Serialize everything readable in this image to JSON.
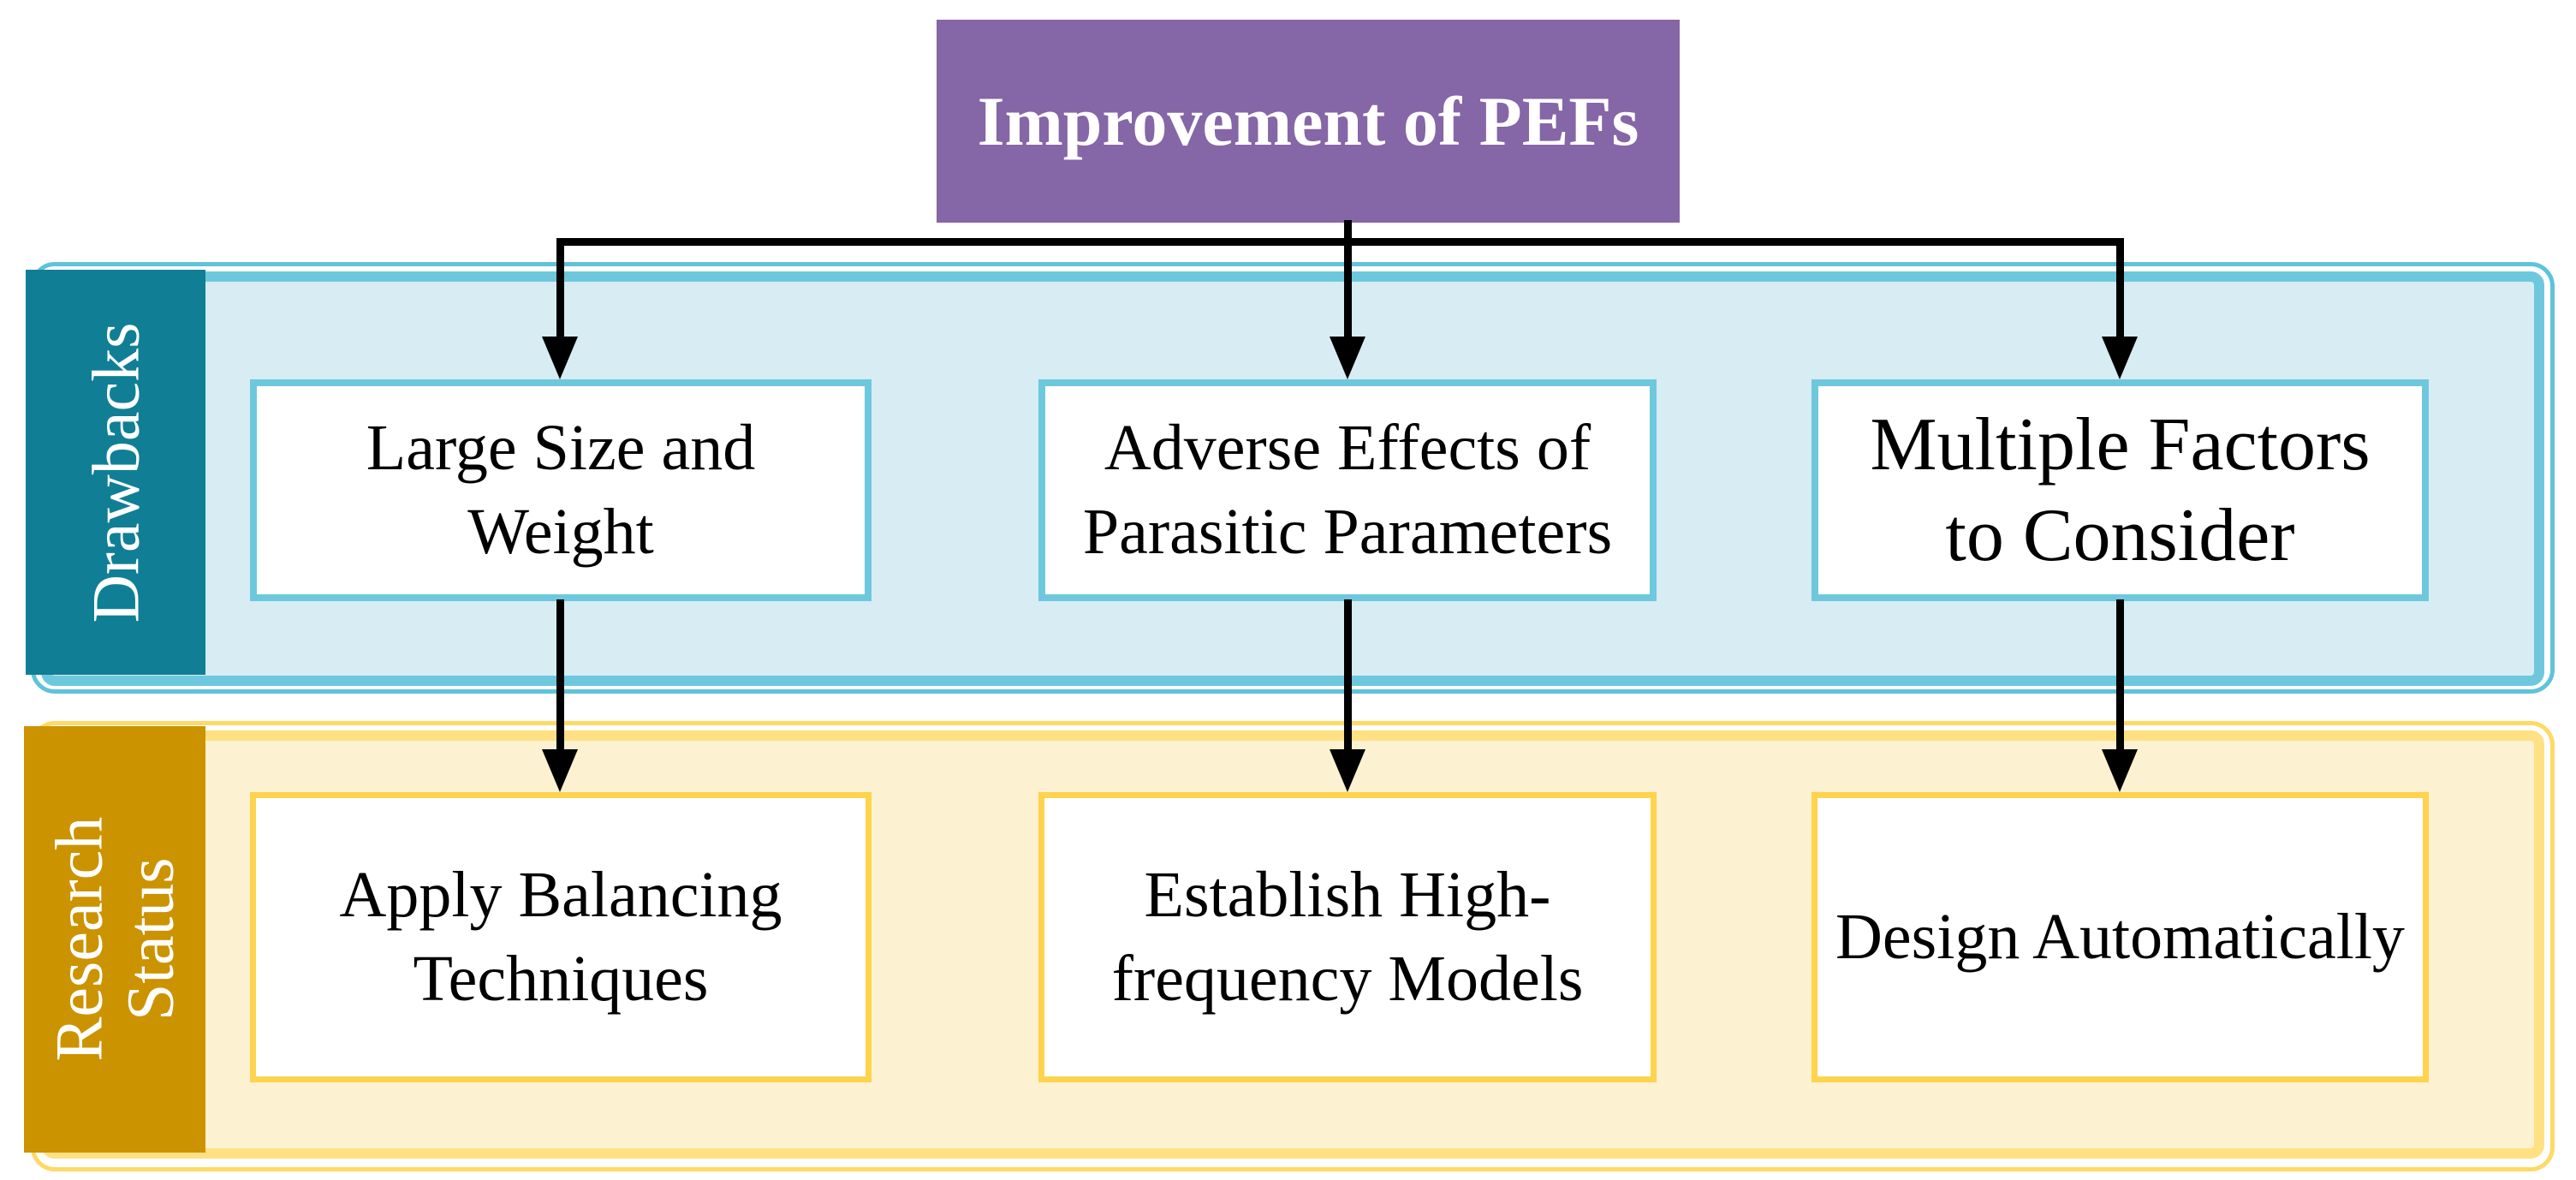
{
  "diagram": {
    "root": {
      "label": "Improvement of PEFs"
    },
    "drawbacks": {
      "label": "Drawbacks",
      "items": [
        {
          "text": "Large Size and Weight"
        },
        {
          "text": "Adverse Effects of Parasitic Parameters"
        },
        {
          "text": "Multiple Factors to Consider"
        }
      ]
    },
    "research_status": {
      "label_lines": [
        "Research",
        "Status"
      ],
      "items": [
        {
          "text": "Apply Balancing Techniques"
        },
        {
          "text": "Establish High-frequency Models"
        },
        {
          "text": "Design Automatically"
        }
      ]
    }
  },
  "colors": {
    "purple": "#8566A6",
    "teal-label-bg": "#107F95",
    "teal-border": "#6EC8DD",
    "teal-outline": "#5FC3DA",
    "teal-fill": "#D7ECF3",
    "gold-label-bg": "#CC9300",
    "gold-border": "#FFE083",
    "gold-outline": "#FFD966",
    "gold-fill": "#FCF1D1",
    "gold-box-border": "#FFD34D",
    "arrow": "#000000",
    "node-bg": "#FFFFFF",
    "node-text": "#000000",
    "label-text": "#FFFFFF"
  }
}
